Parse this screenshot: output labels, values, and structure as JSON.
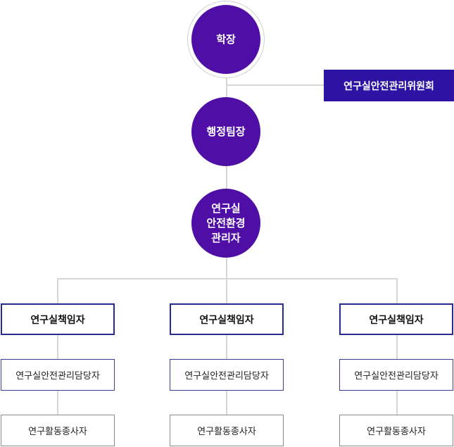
{
  "president": "학장",
  "admin_team_leader": "행정팀장",
  "env_manager_lines": [
    "연구실",
    "안전환경",
    "관리자"
  ],
  "committee": "연구실안전관리위원회",
  "columns": [
    {
      "lead": "연구실책임자",
      "manager": "연구실안전관리담당자",
      "worker": "연구활동종사자"
    },
    {
      "lead": "연구실책임자",
      "manager": "연구실안전관리담당자",
      "worker": "연구활동종사자"
    },
    {
      "lead": "연구실책임자",
      "manager": "연구실안전관리담당자",
      "worker": "연구활동종사자"
    }
  ],
  "colors": {
    "circle_fill": "#4f0ea6",
    "committee_fill": "#2d13a3",
    "lead_border": "#2a2a8c",
    "connector": "#d6d6d6"
  }
}
